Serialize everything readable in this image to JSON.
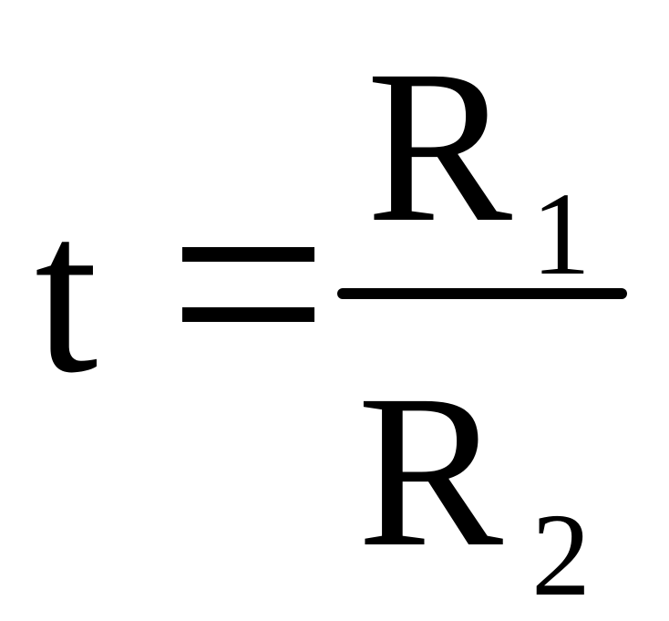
{
  "formula": {
    "lhs": "t",
    "operator": "=",
    "numerator": {
      "symbol": "R",
      "subscript": "1"
    },
    "denominator": {
      "symbol": "R",
      "subscript": "2"
    }
  }
}
